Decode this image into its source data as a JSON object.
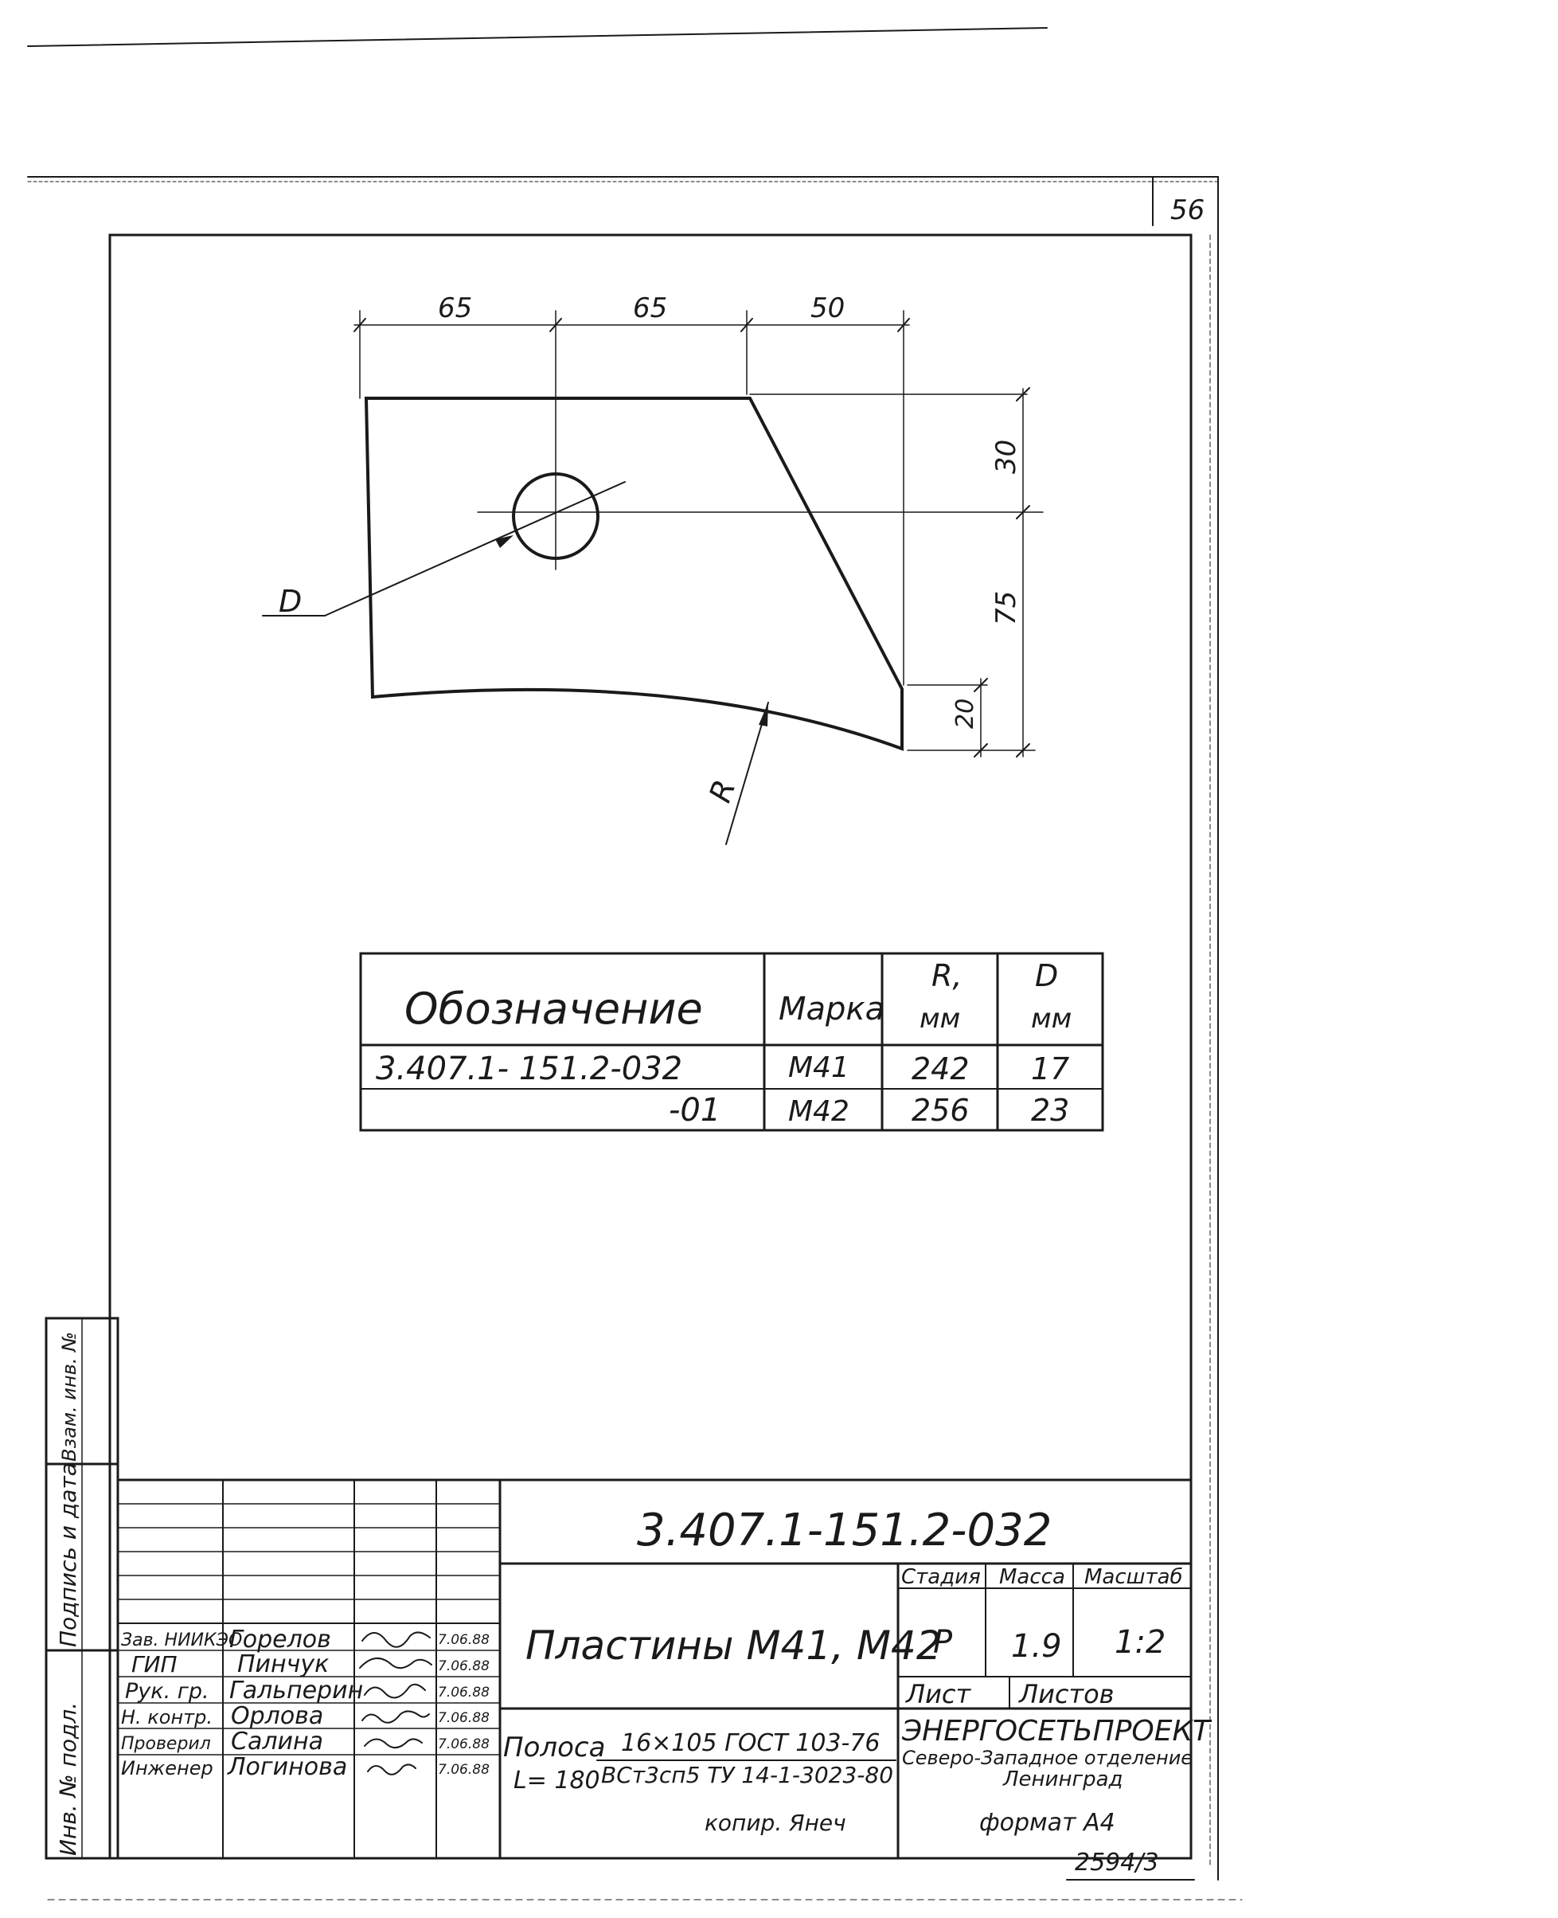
{
  "sheet": {
    "page_number": "56",
    "sheet_code": "3.407.1-151.2-032",
    "bottom_number": "2594/3"
  },
  "drawing": {
    "dimensions": {
      "top_a": "65",
      "top_b": "65",
      "top_c": "50",
      "right_a": "30",
      "right_b": "75",
      "right_c": "20"
    },
    "labels": {
      "hole": "D",
      "arc": "R"
    }
  },
  "spec_table": {
    "headers": {
      "designation": "Обозначение",
      "brand": "Марка",
      "r_top": "R,",
      "r_unit": "мм",
      "d_top": "D",
      "d_unit": "мм"
    },
    "rows": [
      {
        "designation": "3.407.1- 151.2-032",
        "brand": "М41",
        "r": "242",
        "d": "17"
      },
      {
        "designation": "-01",
        "brand": "М42",
        "r": "256",
        "d": "23"
      }
    ]
  },
  "title_block": {
    "code": "3.407.1-151.2-032",
    "title": "Пластины М41, М42",
    "headers": {
      "stage": "Стадия",
      "mass": "Масса",
      "scale": "Масштаб"
    },
    "values": {
      "stage": "Р",
      "mass": "1.9",
      "scale": "1:2"
    },
    "sheet_labels": {
      "sheet": "Лист",
      "sheets": "Листов"
    },
    "material": {
      "name": "Полоса",
      "length": "L= 180",
      "spec_top": "16×105 ГОСТ 103-76",
      "spec_bottom": "ВСт3сп5 ТУ 14-1-3023-80"
    },
    "organization": {
      "name": "ЭНЕРГОСЕТЬПРОЕКТ",
      "division": "Северо-Западное отделение",
      "city": "Ленинград"
    },
    "signatures": [
      {
        "role": "Зав. НИИКЭО",
        "name": "Горелов",
        "date": "7.06.88"
      },
      {
        "role": "ГИП",
        "name": "Пинчук",
        "date": "7.06.88"
      },
      {
        "role": "Рук. гр.",
        "name": "Гальперин",
        "date": "7.06.88"
      },
      {
        "role": "Н. контр.",
        "name": "Орлова",
        "date": "7.06.88"
      },
      {
        "role": "Проверил",
        "name": "Салина",
        "date": "7.06.88"
      },
      {
        "role": "Инженер",
        "name": "Логинова",
        "date": "7.06.88"
      }
    ]
  },
  "side_stamp": {
    "inv_orig": "Инв. № подл.",
    "signature_date": "Подпись и дата",
    "replaced_inv": "Взам. инв. №"
  },
  "footer": {
    "copied_by": "копир. Янеч",
    "format": "формат А4"
  }
}
